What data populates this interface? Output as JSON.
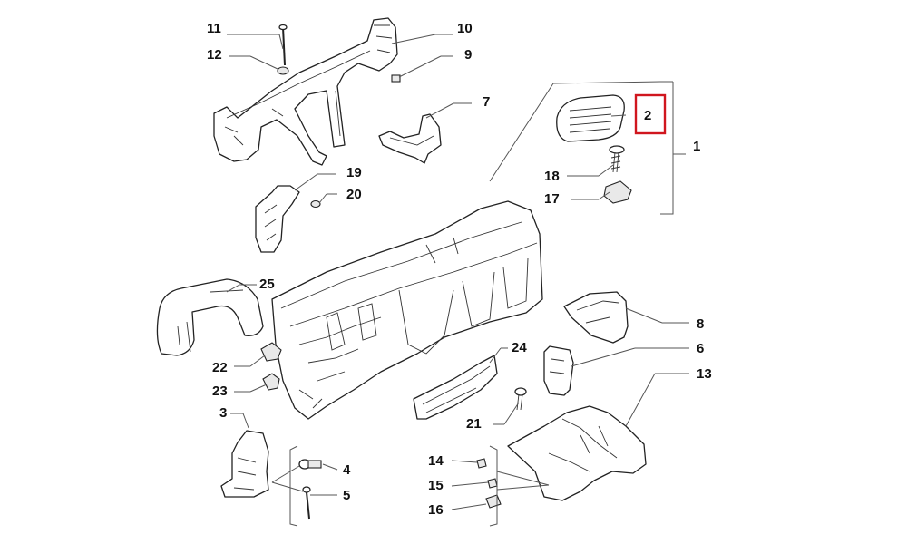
{
  "labels": {
    "p1": "1",
    "p2": "2",
    "p3": "3",
    "p4": "4",
    "p5": "5",
    "p6": "6",
    "p7": "7",
    "p8": "8",
    "p9": "9",
    "p10": "10",
    "p11": "11",
    "p12": "12",
    "p13": "13",
    "p14": "14",
    "p15": "15",
    "p16": "16",
    "p17": "17",
    "p18": "18",
    "p19": "19",
    "p20": "20",
    "p21": "21",
    "p22": "22",
    "p23": "23",
    "p24": "24",
    "p25": "25"
  },
  "highlighted_part": "2",
  "colors": {
    "highlight": "#d0161e",
    "lines": "#222222",
    "background": "#ffffff"
  }
}
